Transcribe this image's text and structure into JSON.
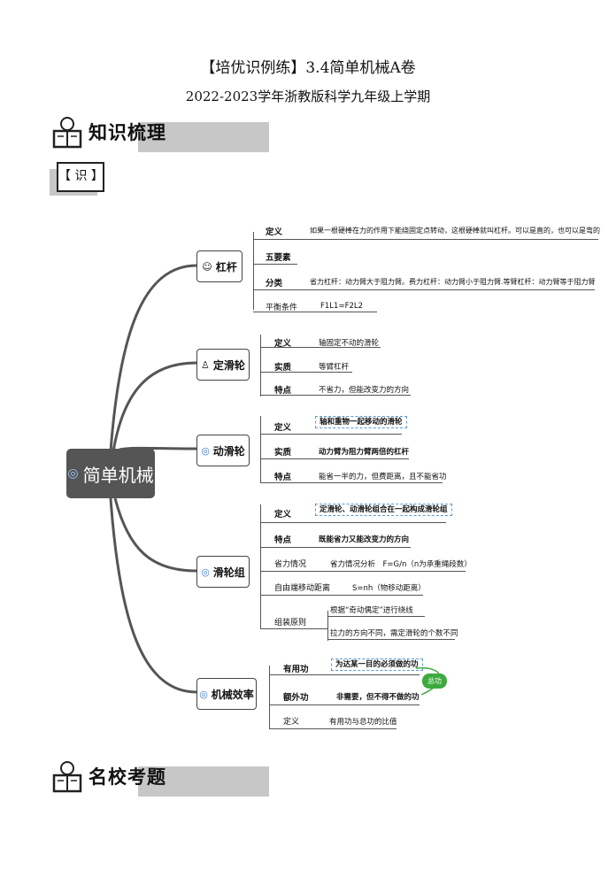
{
  "header": {
    "title": "【培优识例练】3.4简单机械A卷",
    "subtitle": "2022-2023学年浙教版科学九年级上学期"
  },
  "sections": {
    "knowledge": "知识梳理",
    "shi": "【 识 】",
    "exam": "名校考题"
  },
  "mindmap": {
    "center": "简单机械",
    "lever": {
      "label": "杠杆",
      "rows": [
        {
          "k": "定义",
          "v": "如果一根硬棒在力的作用下能绕固定点转动，这根硬棒就叫杠杆。可以是直的，也可以是弯的"
        },
        {
          "k": "五要素",
          "v": ""
        },
        {
          "k": "分类",
          "v": "省力杠杆：动力臂大于阻力臂。费力杠杆：动力臂小于阻力臂.等臂杠杆：动力臂等于阻力臂"
        },
        {
          "k": "平衡条件",
          "v": "F1L1=F2L2"
        }
      ]
    },
    "fixed_pulley": {
      "label": "定滑轮",
      "rows": [
        {
          "k": "定义",
          "v": "轴固定不动的滑轮"
        },
        {
          "k": "实质",
          "v": "等臂杠杆"
        },
        {
          "k": "特点",
          "v": "不省力，但能改变力的方向"
        }
      ]
    },
    "movable_pulley": {
      "label": "动滑轮",
      "rows": [
        {
          "k": "定义",
          "v": "轴和重物一起移动的滑轮"
        },
        {
          "k": "实质",
          "v": "动力臂为阻力臂两倍的杠杆"
        },
        {
          "k": "特点",
          "v": "能省一半的力，但费距离，且不能省功"
        }
      ]
    },
    "pulley_block": {
      "label": "滑轮组",
      "rows": [
        {
          "k": "定义",
          "v": "定滑轮、动滑轮组合在一起构成滑轮组"
        },
        {
          "k": "特点",
          "v": "既能省力又能改变力的方向"
        },
        {
          "k": "省力情况",
          "v": "省力情况分析　F=G/n（n为承重绳段数）"
        },
        {
          "k": "自由端移动距离",
          "v": "S=nh（物移动距离）"
        },
        {
          "k": "组装原则",
          "v": "根据“奇动偶定”进行绕线",
          "v2": "拉力的方向不同，需定滑轮的个数不同"
        }
      ]
    },
    "efficiency": {
      "label": "机械效率",
      "rows": [
        {
          "k": "有用功",
          "v": "为达某一目的必须做的功"
        },
        {
          "k": "额外功",
          "v": "非需要，但不得不做的功"
        },
        {
          "k": "定义",
          "v": "有用功与总功的比值"
        }
      ],
      "total_work_tag": "总功"
    }
  },
  "colors": {
    "center_bg": "#555555",
    "grey_bar": "#c7c7c7",
    "dash_blue": "#5b9bd5",
    "green_tag": "#3daa3d"
  },
  "icons": [
    "book-icon",
    "face-icon",
    "person-icon",
    "target-icon"
  ]
}
